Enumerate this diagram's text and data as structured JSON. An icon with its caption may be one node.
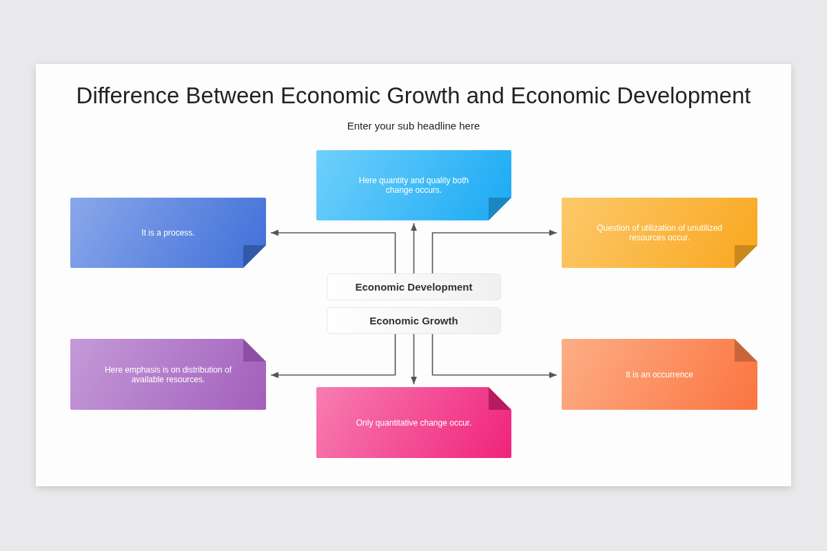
{
  "diagram": {
    "title": "Difference Between Economic Growth and Economic Development",
    "caption": "Enter your sub headline here",
    "nodes": [
      {
        "text": [
          "Here quantity and quality both change occurs."
        ]
      },
      {
        "text": [
          "It is a process."
        ]
      },
      {
        "text": [
          "Question of utilization of unutilized resources occur."
        ]
      },
      {
        "text": [
          "Economic Development"
        ]
      },
      {
        "text": [
          "Economic Growth"
        ]
      },
      {
        "text": [
          "Here emphasis is on distribution of available resources."
        ]
      },
      {
        "text": [
          "It is an occurrence"
        ]
      },
      {
        "text": [
          "Only quantitative change occur."
        ]
      }
    ],
    "edges": [
      {
        "from": 3,
        "to": 0,
        "arrow": "to"
      },
      {
        "from": 3,
        "to": 1,
        "arrow": "to"
      },
      {
        "from": 3,
        "to": 2,
        "arrow": "to"
      },
      {
        "from": 4,
        "to": 5,
        "arrow": "to"
      },
      {
        "from": 4,
        "to": 6,
        "arrow": "to"
      },
      {
        "from": 4,
        "to": 7,
        "arrow": "to"
      }
    ]
  }
}
